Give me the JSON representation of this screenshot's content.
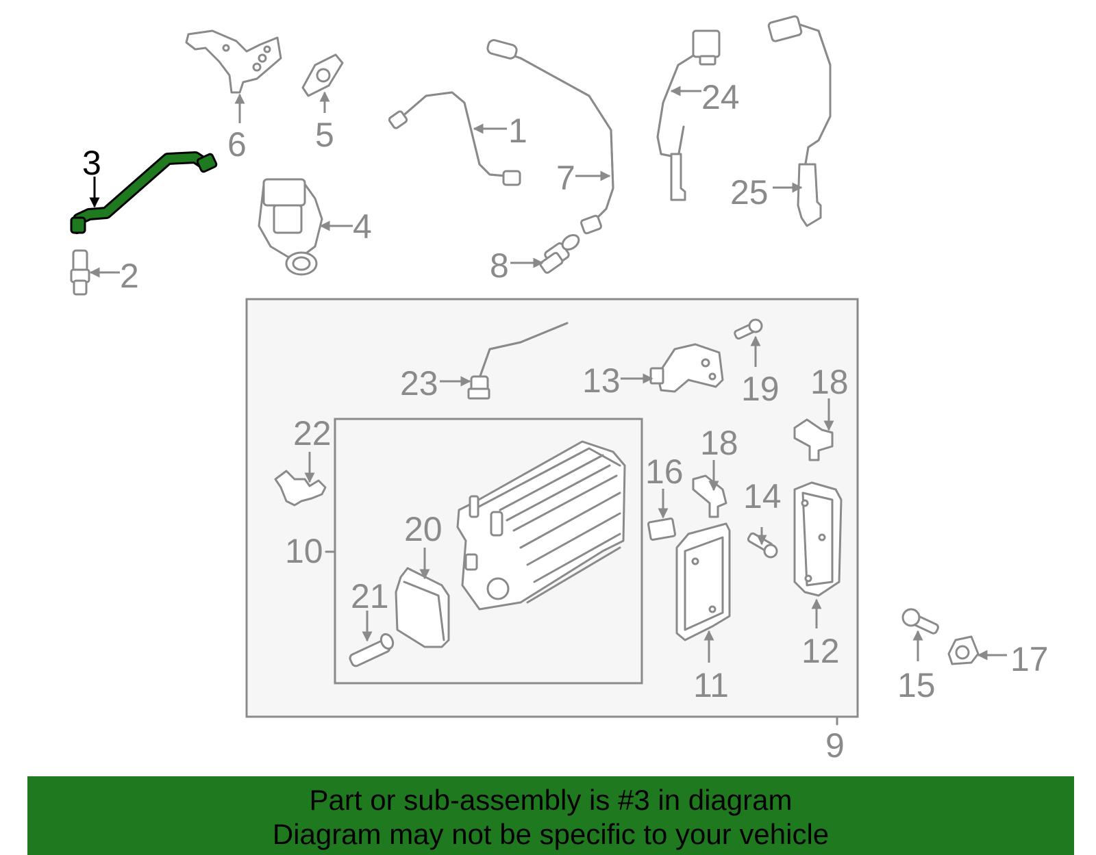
{
  "highlight_color": "#1f7a1f",
  "banner": {
    "background": "#1f7a1f",
    "line1": "Part or sub-assembly is #3 in diagram",
    "line2": "Diagram may not be specific to your vehicle"
  },
  "callouts": {
    "c1": "1",
    "c2": "2",
    "c3": "3",
    "c4": "4",
    "c5": "5",
    "c6": "6",
    "c7": "7",
    "c8": "8",
    "c9": "9",
    "c10": "10",
    "c11": "11",
    "c12": "12",
    "c13": "13",
    "c14": "14",
    "c15": "15",
    "c16": "16",
    "c17": "17",
    "c18a": "18",
    "c18b": "18",
    "c19": "19",
    "c20": "20",
    "c21": "21",
    "c22": "22",
    "c23": "23",
    "c24": "24",
    "c25": "25"
  }
}
